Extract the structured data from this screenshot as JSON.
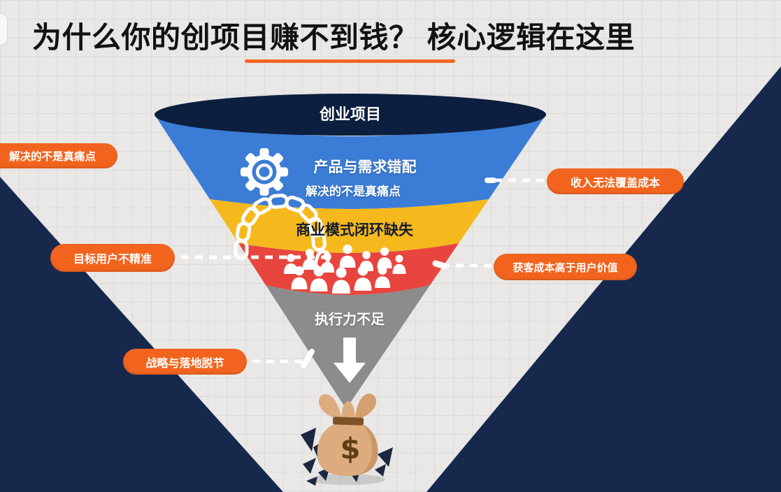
{
  "title": {
    "text": "为什么你的创项目赚不到钱？ 核心逻辑在这里"
  },
  "funnel": {
    "top_label": "创业项目",
    "layers": [
      {
        "name": "product-demand-mismatch",
        "heading": "产品与需求错配",
        "subheading": "解决的不是真痛点",
        "color": "#3b7cd6"
      },
      {
        "name": "business-model-loop-missing",
        "heading": "商业模式闭环缺失",
        "color": "#f6b91d"
      },
      {
        "name": "user-crowd",
        "color": "#e8453e"
      },
      {
        "name": "weak-execution",
        "heading": "执行力不足",
        "color": "#8c8c8c"
      }
    ],
    "money_symbol": "$"
  },
  "callouts": {
    "left": [
      {
        "label": "解决的不是真痛点"
      },
      {
        "label": "目标用户不精准"
      },
      {
        "label": "战略与落地脱节"
      }
    ],
    "right": [
      {
        "label": "收入无法覆盖成本"
      },
      {
        "label": "获客成本高于用户价值"
      }
    ]
  },
  "colors": {
    "accent_orange": "#f2641e",
    "underline_orange": "#f26722",
    "background_navy": "#16294d",
    "funnel_top_navy": "#0c1f3e",
    "funnel_blue": "#3b7cd6",
    "funnel_yellow": "#f6b91d",
    "funnel_red": "#e8453e",
    "funnel_gray": "#8c8c8c",
    "money_bag_tan": "#dcab7e"
  }
}
